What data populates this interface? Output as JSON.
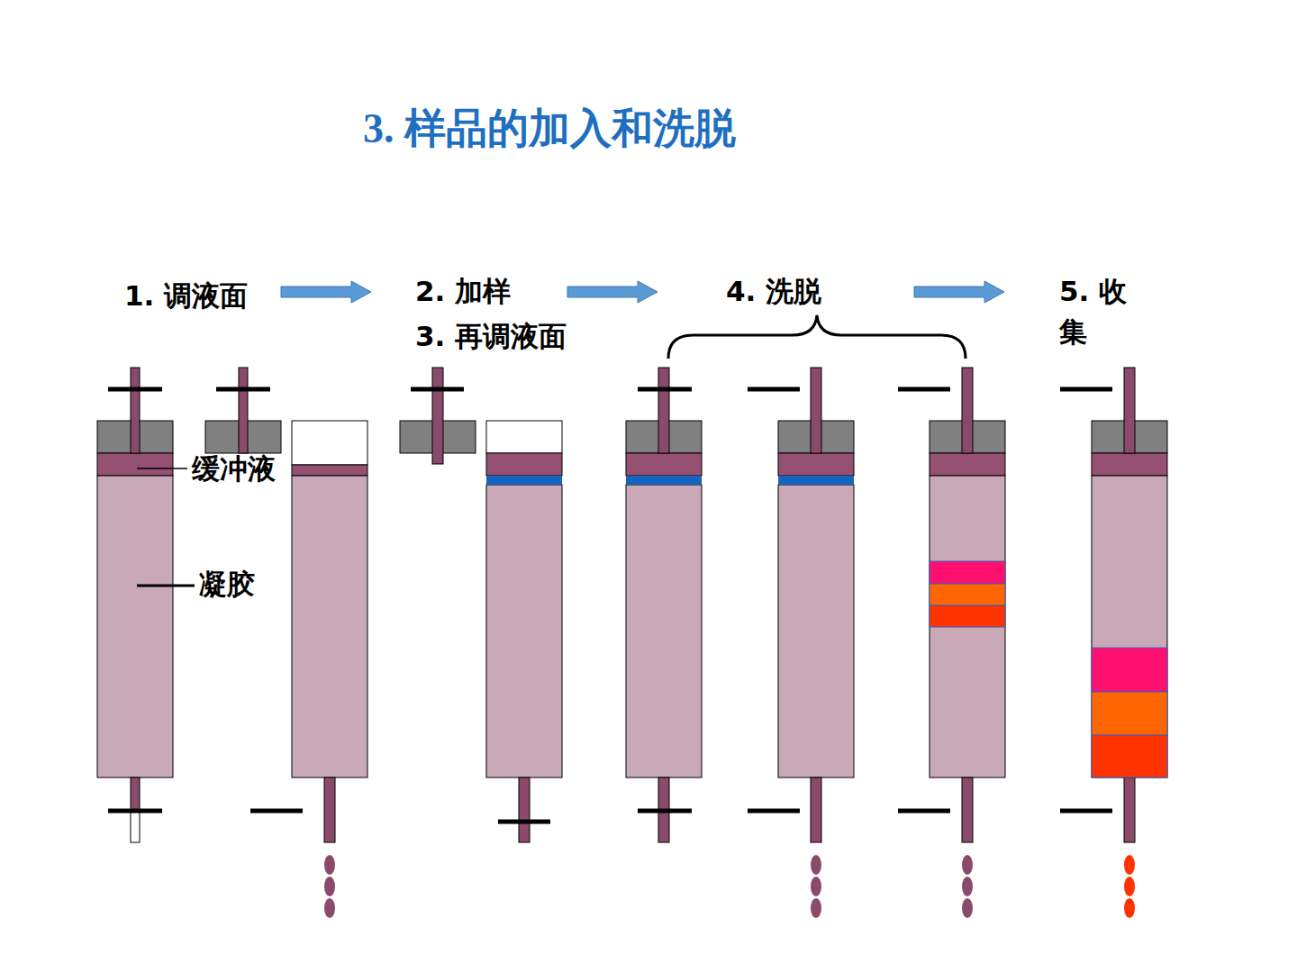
{
  "diagram": {
    "title": "3. 样品的加入和洗脱",
    "labels": [
      "1. 调液面",
      "2. 加样",
      "3. 再调液面",
      "4. 洗脱",
      "5. 收集",
      "缓冲液",
      "凝胶"
    ]
  }
}
